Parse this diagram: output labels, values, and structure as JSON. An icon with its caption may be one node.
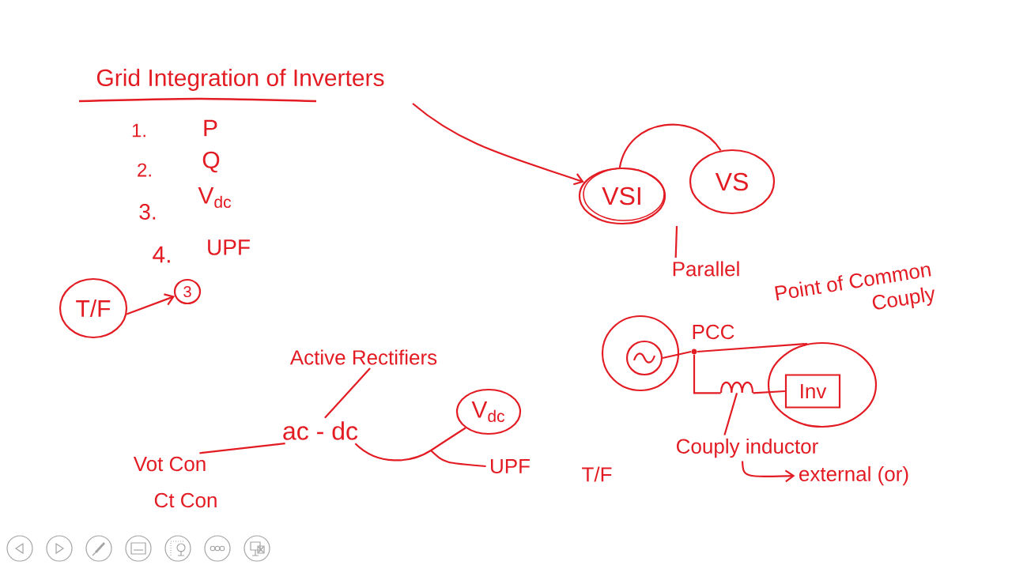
{
  "diagram": {
    "title": "Grid Integration of Inverters",
    "nodes": [
      {
        "text": [
          "VSI"
        ]
      },
      {
        "text": [
          "VS"
        ]
      },
      {
        "text": [
          "Parallel"
        ]
      },
      {
        "text": [
          "T/F"
        ]
      },
      {
        "text": [
          "3"
        ]
      },
      {
        "text": [],
        "shape": "circle"
      },
      {
        "text": [],
        "shape": "circle",
        "in": 5
      },
      {
        "text": [],
        "shape": "dot",
        "beside": [
          "PCC"
        ]
      },
      {
        "text": [
          "Active Rectifiers"
        ]
      },
      {
        "text": [],
        "shape": "circle"
      },
      {
        "text": [
          "Inv"
        ],
        "in": 9
      },
      {
        "text": [],
        "shape": "coil"
      },
      {
        "text": [
          "V$_{dc}$"
        ]
      },
      {
        "text": [
          "ac - dc"
        ]
      },
      {
        "text": [
          "Vot Con"
        ]
      },
      {
        "text": [
          "Couply inductor"
        ]
      },
      {
        "text": [
          "UPF"
        ]
      },
      {
        "text": [
          "external (or)"
        ]
      }
    ],
    "edges": [
      {
        "from": null,
        "to": 0,
        "arrow": "to"
      },
      {
        "from": 0,
        "to": 1,
        "arrow": "none"
      },
      {
        "from": 2,
        "to": null,
        "arrow": "none"
      },
      {
        "from": 3,
        "to": 4,
        "arrow": "to"
      },
      {
        "from": 6,
        "to": 7,
        "arrow": "none"
      },
      {
        "from": 7,
        "to": 9,
        "arrow": "none"
      },
      {
        "from": 7,
        "to": 11,
        "arrow": "none"
      },
      {
        "from": 11,
        "to": 10,
        "arrow": "none"
      },
      {
        "from": 15,
        "to": 11,
        "arrow": "none"
      },
      {
        "from": 15,
        "to": 17,
        "arrow": "to"
      },
      {
        "from": 8,
        "to": 13,
        "arrow": "none"
      },
      {
        "from": 13,
        "to": 14,
        "arrow": "none"
      },
      {
        "from": 13,
        "to": 12,
        "arrow": "none"
      },
      {
        "from": 13,
        "to": 16,
        "arrow": "none"
      }
    ],
    "labels": [
      "1.",
      "P",
      "2.",
      "Q",
      "3.",
      "V$_{dc}$",
      "4.",
      "UPF",
      "Point of Common Couply",
      "Ct Con",
      "T/F"
    ]
  }
}
